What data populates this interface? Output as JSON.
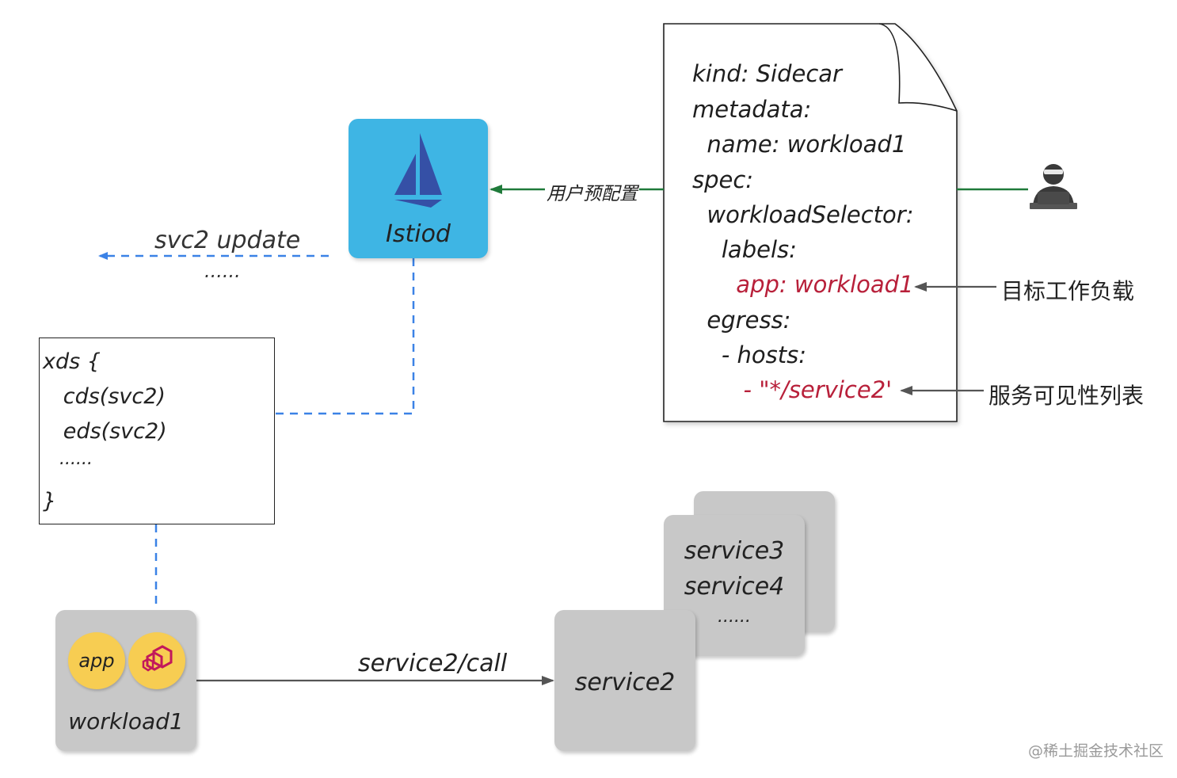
{
  "istiod": {
    "label": "Istiod"
  },
  "arrows": {
    "preconfig_label": "用户预配置",
    "update_label": "svc2 update",
    "update_dots": "......",
    "call_label": "service2/call"
  },
  "xds": {
    "lines": [
      "xds {",
      "   cds(svc2)",
      "   eds(svc2)",
      "   ......",
      "}"
    ]
  },
  "sidecar_doc": {
    "lines": [
      {
        "text": "kind: Sidecar",
        "highlight": false
      },
      {
        "text": "metadata:",
        "highlight": false
      },
      {
        "text": "  name: workload1",
        "highlight": false
      },
      {
        "text": "spec:",
        "highlight": false
      },
      {
        "text": "  workloadSelector:",
        "highlight": false
      },
      {
        "text": "    labels:",
        "highlight": false
      },
      {
        "text": "      app: workload1",
        "highlight": true
      },
      {
        "text": "  egress:",
        "highlight": false
      },
      {
        "text": "    - hosts:",
        "highlight": false
      },
      {
        "text": "       - \"*/service2'",
        "highlight": true
      }
    ],
    "highlight_color": "#b8203a"
  },
  "annotations": {
    "target_workload": "目标工作负载",
    "visible_services": "服务可见性列表"
  },
  "workload": {
    "label": "workload1",
    "app_label": "app"
  },
  "services": {
    "service2": "service2",
    "stack": [
      "service3",
      "service4",
      "......"
    ]
  },
  "watermark": "@稀土掘金技术社区",
  "colors": {
    "istiod_bg": "#3eb5e4",
    "dashed_blue": "#3b82e6",
    "green_arrow": "#1f7a3a",
    "card_gray": "#c8c8c8",
    "circle_yellow": "#f7cd52",
    "envoy_magenta": "#c2185b"
  },
  "icons": [
    "istio-sail-icon",
    "envoy-icon",
    "user-at-laptop-icon",
    "document-icon"
  ]
}
